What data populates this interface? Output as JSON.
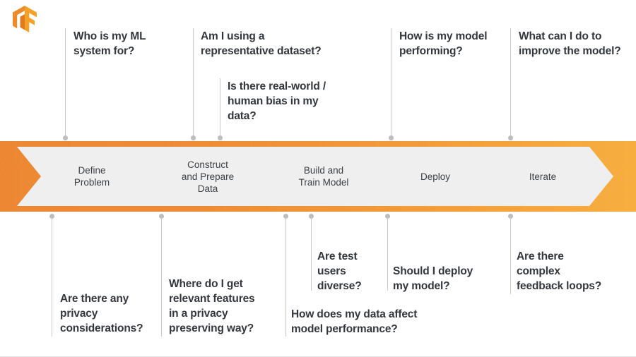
{
  "logo": {
    "name": "tensorflow-logo",
    "colors": {
      "light": "#F6A028",
      "mid": "#ED8B2A",
      "dark": "#E07B1E"
    }
  },
  "band": {
    "color_left": "#ED8733",
    "color_right": "#F7AE3F"
  },
  "stages": [
    {
      "id": "define-problem",
      "label": "Define\nProblem"
    },
    {
      "id": "construct-prepare-data",
      "label": "Construct\nand Prepare\nData"
    },
    {
      "id": "build-train-model",
      "label": "Build and\nTrain Model"
    },
    {
      "id": "deploy",
      "label": "Deploy"
    },
    {
      "id": "iterate",
      "label": "Iterate"
    }
  ],
  "top_notes": [
    {
      "id": "who-is-my-ml-system-for",
      "text": "Who is my ML\nsystem for?"
    },
    {
      "id": "am-i-using-a-representative-dataset",
      "text": "Am I using a\nrepresentative dataset?"
    },
    {
      "id": "is-there-real-world-human-bias",
      "text": "Is there real-world /\nhuman bias in my\ndata?"
    },
    {
      "id": "how-is-my-model-performing",
      "text": "How is my model\nperforming?"
    },
    {
      "id": "what-can-i-do-to-improve-the-model",
      "text": "What can I do to\nimprove the model?"
    }
  ],
  "bottom_notes": [
    {
      "id": "are-there-any-privacy-considerations",
      "text": "Are there any\nprivacy\nconsiderations?"
    },
    {
      "id": "where-do-i-get-relevant-features",
      "text": "Where do I get\nrelevant features\nin a privacy\npreserving way?"
    },
    {
      "id": "how-does-my-data-affect-model-performance",
      "text": "How does my data affect\nmodel performance?"
    },
    {
      "id": "are-test-users-diverse",
      "text": "Are test\nusers\ndiverse?"
    },
    {
      "id": "should-i-deploy-my-model",
      "text": "Should I deploy\nmy model?"
    },
    {
      "id": "are-there-complex-feedback-loops",
      "text": "Are there\ncomplex\nfeedback loops?"
    }
  ]
}
